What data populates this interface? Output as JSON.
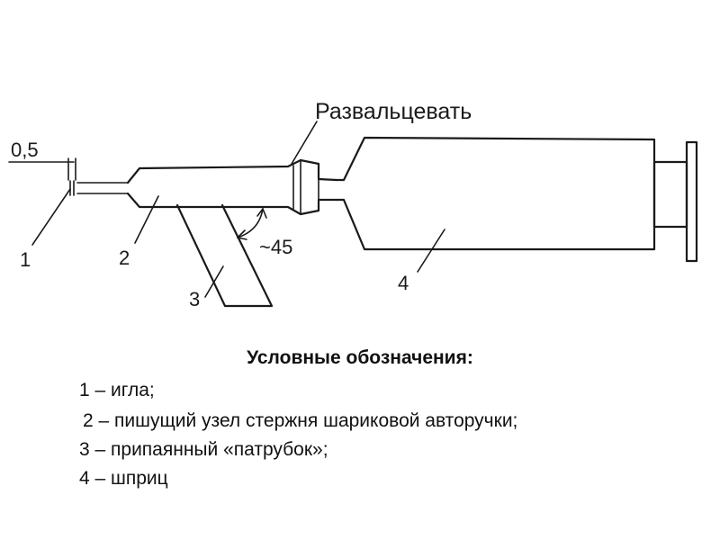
{
  "labels": {
    "dimension": "0,5",
    "flare_note": "Развальцевать",
    "angle": "~45",
    "part1": "1",
    "part2": "2",
    "part3": "3",
    "part4": "4"
  },
  "legend": {
    "title": "Условные обозначения:",
    "items": [
      "1 – игла;",
      "2 – пишущий узел стержня шариковой авторучки;",
      "3 – припаянный «патрубок»;",
      "4 – шприц"
    ]
  }
}
